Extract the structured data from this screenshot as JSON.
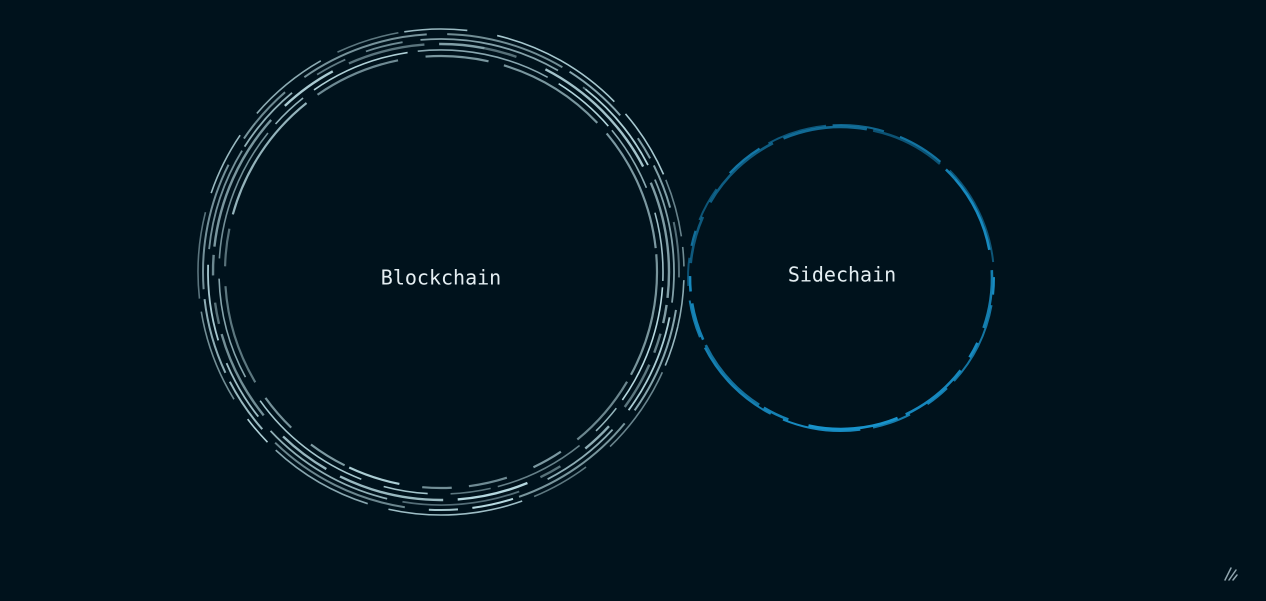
{
  "diagram": {
    "nodes": [
      {
        "id": "blockchain",
        "label": "Blockchain",
        "color": "#b8dbe2"
      },
      {
        "id": "sidechain",
        "label": "Sidechain",
        "color": "#1a9bd7"
      }
    ]
  },
  "colors": {
    "background": "#00121c"
  },
  "icons": {
    "corner": "edit-icon"
  }
}
